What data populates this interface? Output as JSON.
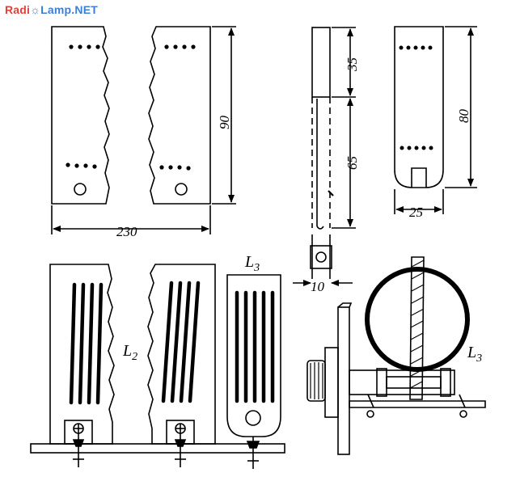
{
  "watermark": {
    "part1": "Radi",
    "part2": "Lamp.NET"
  },
  "dimensions": {
    "width_total": "230",
    "height_plate": "90",
    "height_top": "35",
    "height_lower": "65",
    "height_right": "80",
    "width_right": "25",
    "thickness": "10"
  },
  "labels": {
    "l2": "L",
    "l2_sub": "2",
    "l3_top": "L",
    "l3_top_sub": "3",
    "l3_right": "L",
    "l3_right_sub": "3"
  },
  "colors": {
    "ink": "#000000",
    "paper": "#ffffff",
    "wm_red": "#e0403a",
    "wm_blue": "#3a7fd8"
  }
}
